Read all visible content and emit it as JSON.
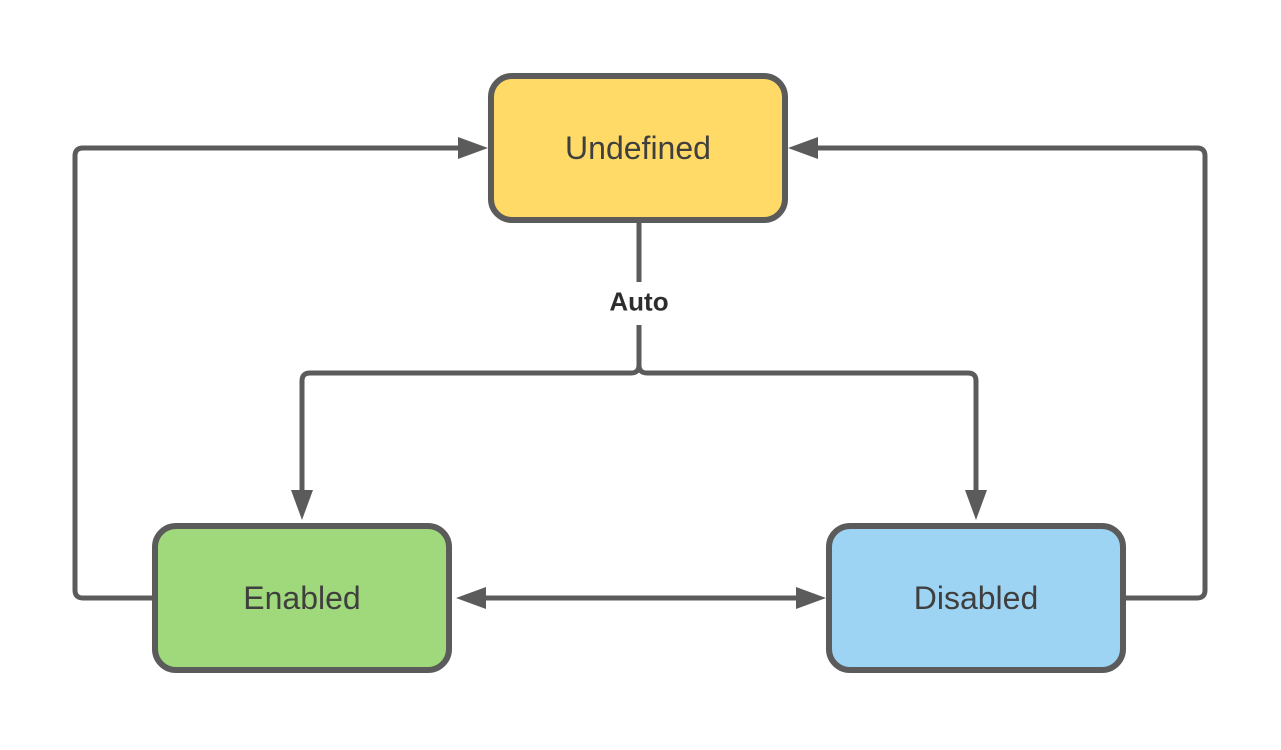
{
  "diagram": {
    "title": "state-transition-diagram",
    "nodes": [
      {
        "id": "undefined",
        "label": "Undefined",
        "fill": "#FFDA66"
      },
      {
        "id": "enabled",
        "label": "Enabled",
        "fill": "#9FD97C"
      },
      {
        "id": "disabled",
        "label": "Disabled",
        "fill": "#9ED4F3"
      }
    ],
    "edges": [
      {
        "from": "undefined",
        "to": "enabled",
        "label": "Auto",
        "type": "branch"
      },
      {
        "from": "undefined",
        "to": "disabled",
        "label": "Auto",
        "type": "branch"
      },
      {
        "from": "enabled",
        "to": "undefined",
        "label": "",
        "type": "loop-left"
      },
      {
        "from": "disabled",
        "to": "undefined",
        "label": "",
        "type": "loop-right"
      },
      {
        "from": "enabled",
        "to": "disabled",
        "label": "",
        "type": "bidirectional"
      }
    ],
    "edge_label": "Auto"
  },
  "colors": {
    "line": "#5B5B5B",
    "node_border": "#5B5B5B",
    "node_text": "#3F3F3F",
    "edge_label_text": "#2D2D2D",
    "undefined_fill": "#FFDA66",
    "enabled_fill": "#9FD97C",
    "disabled_fill": "#9ED4F3",
    "background": "#FFFFFF"
  }
}
